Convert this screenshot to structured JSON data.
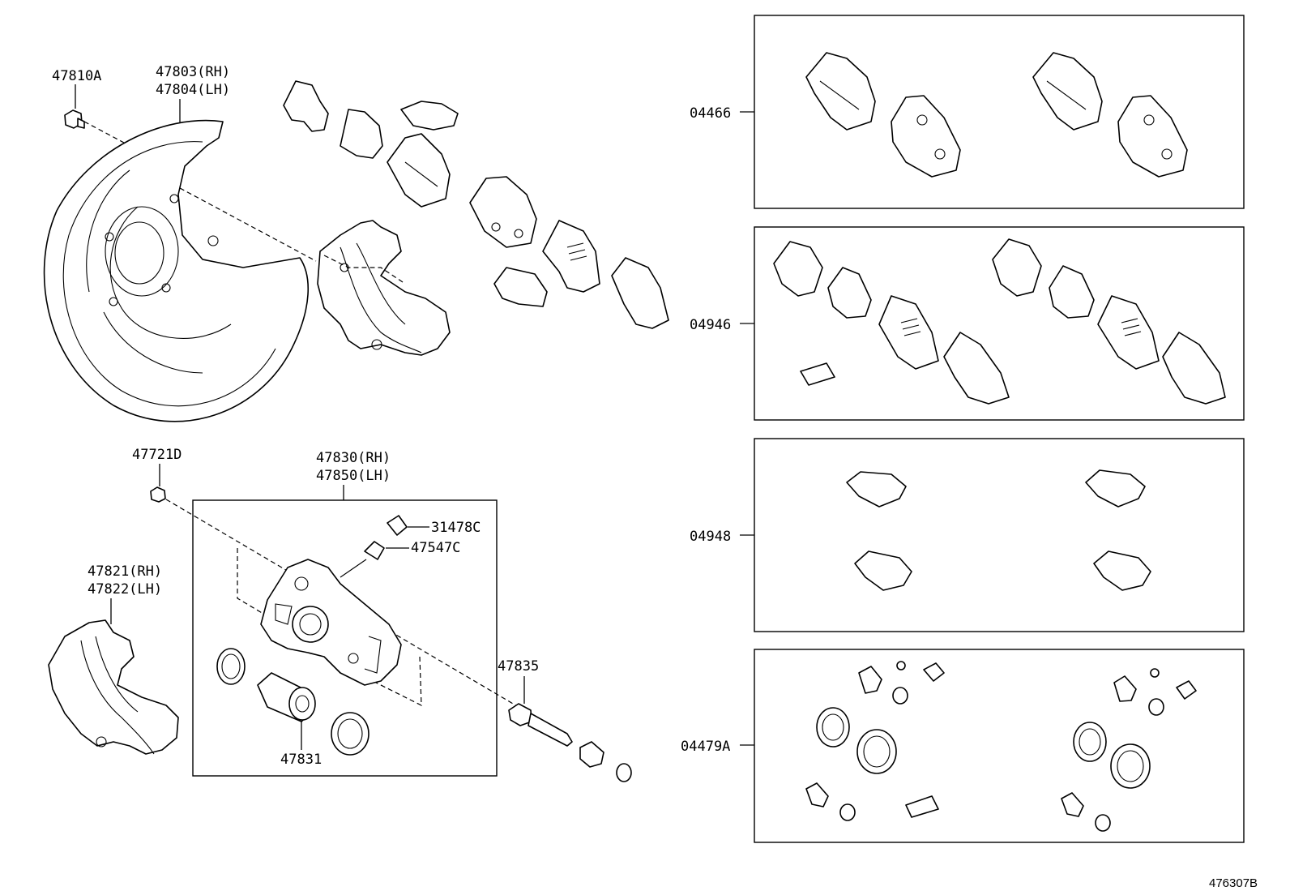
{
  "labels": {
    "bolt_47810A": "47810A",
    "plate_rh": "47803(RH)",
    "plate_lh": "47804(LH)",
    "bolt_47721D": "47721D",
    "caliper_rh": "47830(RH)",
    "caliper_lh": "47850(LH)",
    "cap_31478C": "31478C",
    "bleeder_47547C": "47547C",
    "mount_rh": "47821(RH)",
    "mount_lh": "47822(LH)",
    "piston_47831": "47831",
    "pin_47835": "47835",
    "kit_04466": "04466",
    "kit_04946": "04946",
    "kit_04948": "04948",
    "kit_04479A": "04479A"
  },
  "figure_ref": "476307B"
}
